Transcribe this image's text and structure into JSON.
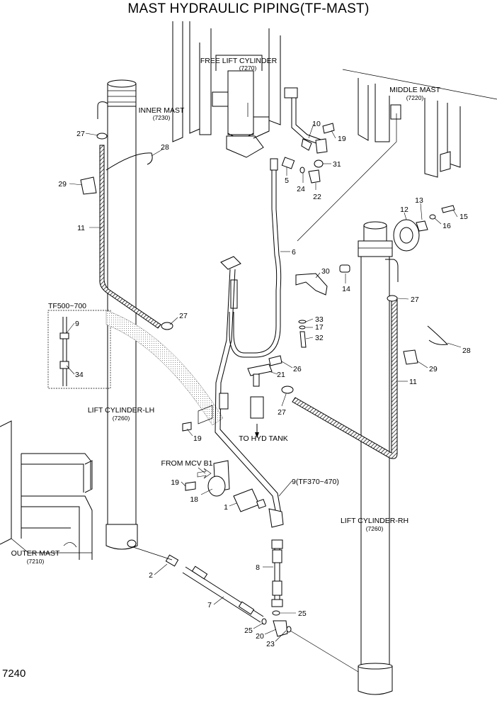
{
  "title": "MAST HYDRAULIC PIPING(TF-MAST)",
  "page_number": "7240",
  "labels": {
    "free_lift_cylinder": "FREE LIFT CYLINDER",
    "free_lift_cylinder_code": "(7270)",
    "inner_mast": "INNER MAST",
    "inner_mast_code": "(7230)",
    "middle_mast": "MIDDLE MAST",
    "middle_mast_code": "(7220)",
    "outer_mast": "OUTER MAST",
    "outer_mast_code": "(7210)",
    "lift_cylinder_lh": "LIFT CYLINDER-LH",
    "lift_cylinder_lh_code": "(7260)",
    "lift_cylinder_rh": "LIFT CYLINDER-RH",
    "lift_cylinder_rh_code": "(7260)",
    "to_hyd_tank": "TO HYD TANK",
    "from_mcv": "FROM MCV B1",
    "tf500_700": "TF500~700",
    "part9_variant": "9(TF370~470)"
  },
  "callouts": {
    "c1": "1",
    "c2": "2",
    "c5": "5",
    "c6": "6",
    "c7": "7",
    "c8": "8",
    "c9": "9",
    "c10": "10",
    "c11a": "11",
    "c11b": "11",
    "c12": "12",
    "c13": "13",
    "c14": "14",
    "c15": "15",
    "c16": "16",
    "c17": "17",
    "c18": "18",
    "c19a": "19",
    "c19b": "19",
    "c19c": "19",
    "c20": "20",
    "c21": "21",
    "c22": "22",
    "c23": "23",
    "c24": "24",
    "c25a": "25",
    "c25b": "25",
    "c26": "26",
    "c27a": "27",
    "c27b": "27",
    "c27c": "27",
    "c27d": "27",
    "c28a": "28",
    "c28b": "28",
    "c29a": "29",
    "c29b": "29",
    "c30": "30",
    "c31": "31",
    "c32": "32",
    "c33": "33",
    "c34": "34"
  }
}
